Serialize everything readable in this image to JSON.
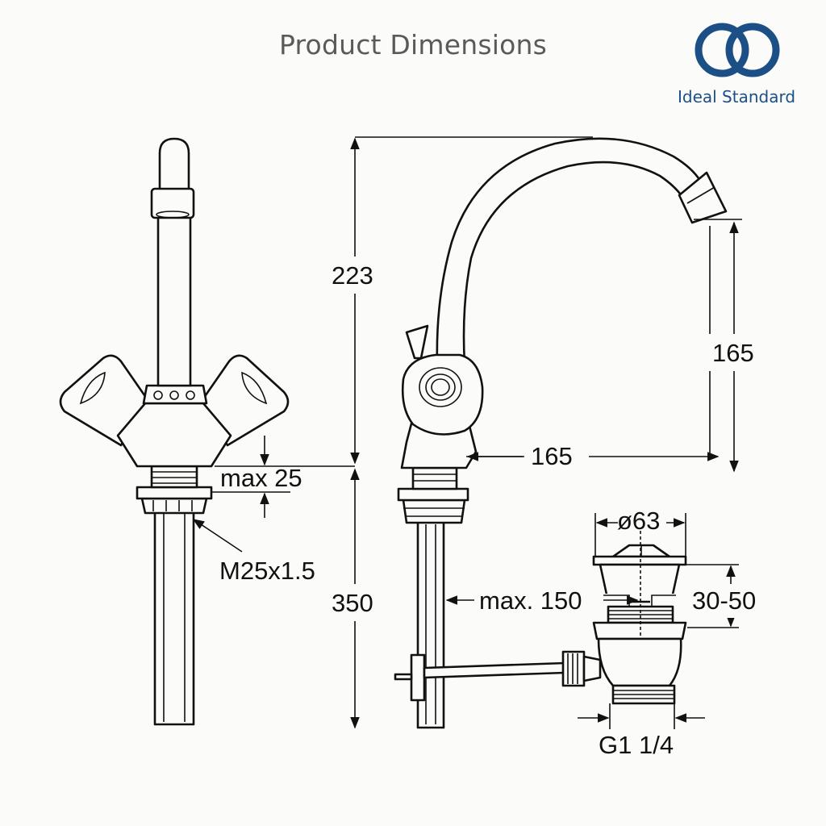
{
  "page": {
    "title": "Product Dimensions"
  },
  "brand": {
    "name": "Ideal Standard",
    "logo_icon": "interlocking-rings-icon",
    "color": "#1d4f87"
  },
  "dimensions": {
    "height_total": "223",
    "spout_height": "165",
    "spout_reach": "165",
    "deck_thickness": "max 25",
    "thread": "M25x1.5",
    "pipe_length": "350",
    "rod_length": "max. 150",
    "waste_diameter": "ø63",
    "waste_height": "30-50",
    "outlet_thread": "G1 1/4"
  },
  "colors": {
    "line": "#111111",
    "title": "#5a5a5a",
    "background": "#fbfbf9"
  }
}
